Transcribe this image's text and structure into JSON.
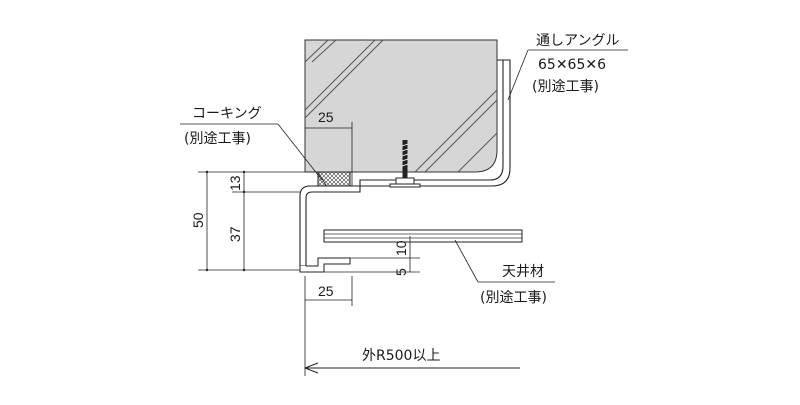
{
  "labels": {
    "angle_name": "通しアングル",
    "angle_size": "65✕65✕6",
    "angle_note": "(別途工事)",
    "caulking_name": "コーキング",
    "caulking_note": "(別途工事)",
    "ceiling_name": "天井材",
    "ceiling_note": "(別途工事)",
    "radius_note": "外R500以上"
  },
  "dimensions": {
    "top_width": "25",
    "bottom_width": "25",
    "total_height": "50",
    "upper_height": "13",
    "lower_height": "37",
    "gap_10": "10",
    "gap_5": "5"
  },
  "colors": {
    "wall_fill": "#d6d6d6",
    "hatch": "#555555",
    "caulk": "#bdbdbd",
    "line": "#222222"
  }
}
